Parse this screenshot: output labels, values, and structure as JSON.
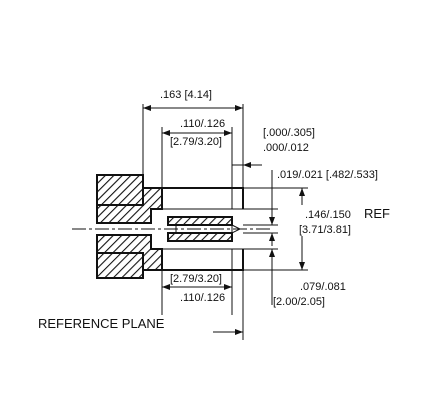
{
  "dimensions": {
    "overall_length": ".163 [4.14]",
    "inner_length_top": ".110/.126",
    "inner_length_top_mm": "[2.79/3.20]",
    "gap_in": "[.000/.305]",
    "gap_mm": ".000/.012",
    "pin_diameter": ".019/.021 [.482/.533]",
    "bore_diameter": ".146/.150",
    "bore_ref": "REF",
    "bore_diameter_mm": "[3.71/3.81]",
    "inner_length_bottom_mm": "[2.79/3.20]",
    "inner_length_bottom": ".110/.126",
    "step_diameter": ".079/.081",
    "step_diameter_mm": "[2.00/2.05]"
  },
  "labels": {
    "reference_plane": "REFERENCE PLANE"
  }
}
